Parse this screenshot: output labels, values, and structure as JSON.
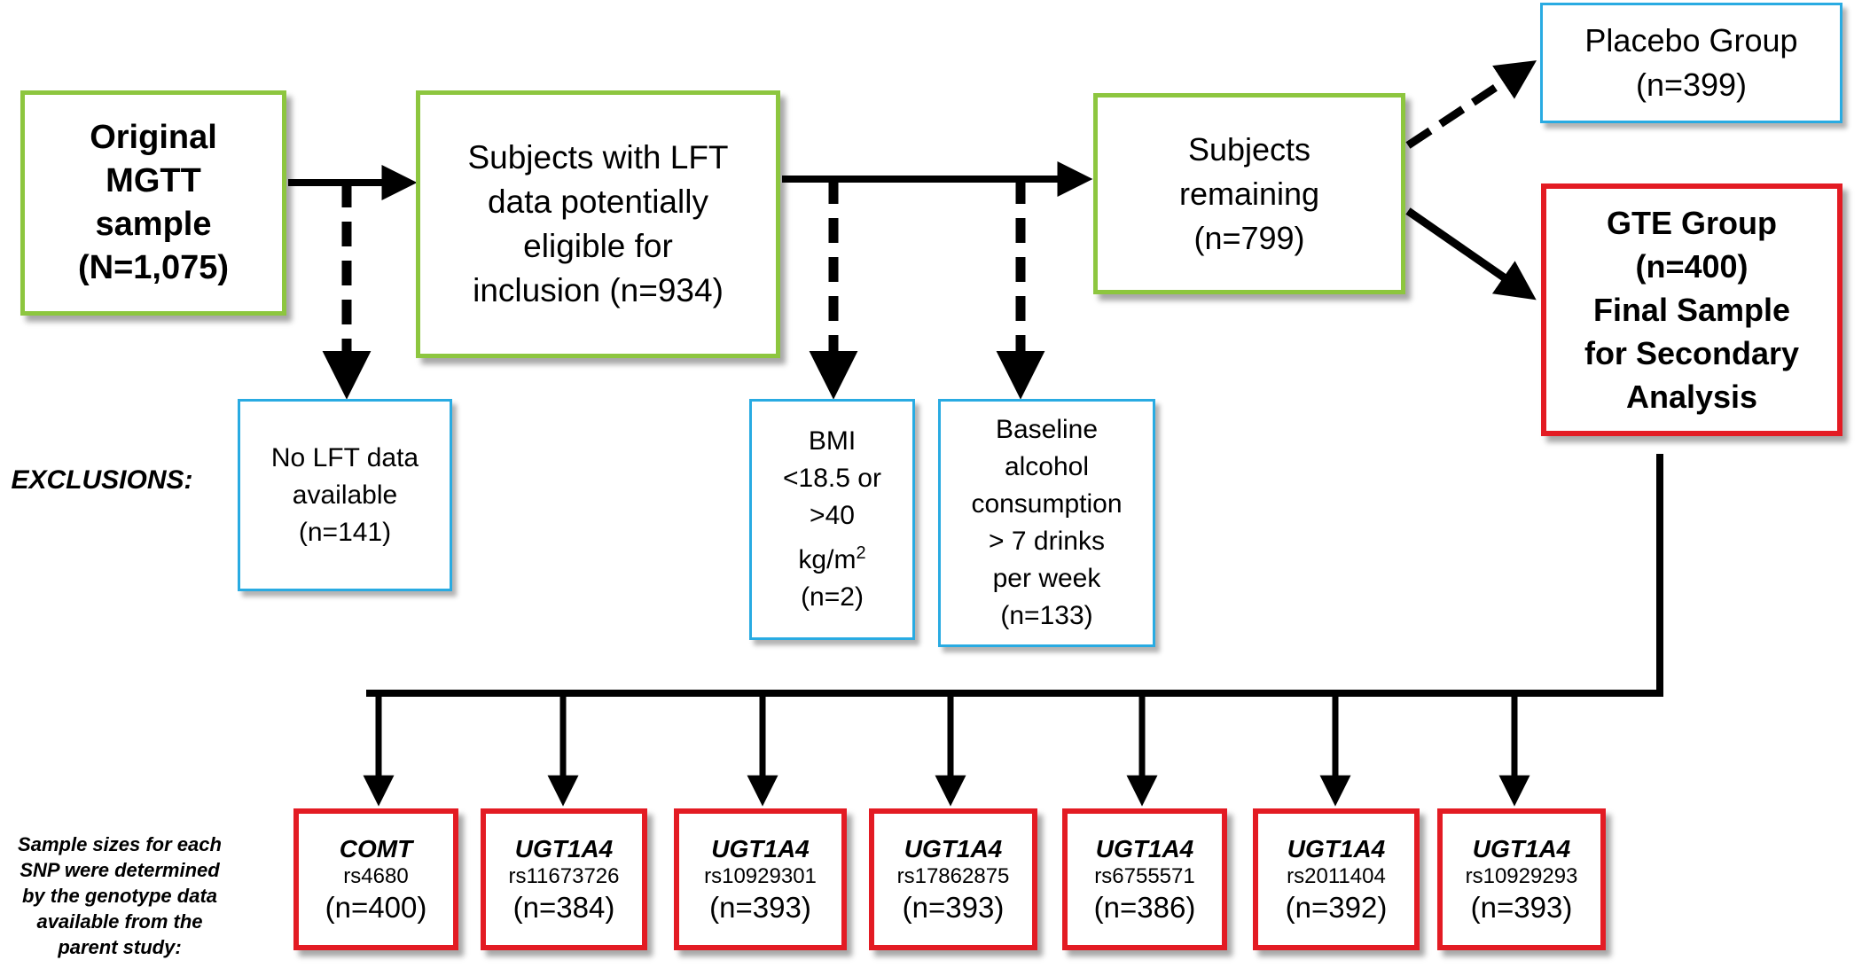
{
  "flow": {
    "original": {
      "lines": [
        "Original",
        "MGTT",
        "sample",
        "(N=1,075)"
      ]
    },
    "lft_eligible": {
      "lines": [
        "Subjects with LFT",
        "data potentially",
        "eligible for",
        "inclusion (n=934)"
      ]
    },
    "remaining": {
      "lines": [
        "Subjects",
        "remaining",
        "(n=799)"
      ]
    },
    "placebo": {
      "lines": [
        "Placebo Group",
        "(n=399)"
      ]
    },
    "gte": {
      "lines": [
        "GTE Group",
        "(n=400)",
        "Final Sample",
        "for Secondary",
        "Analysis"
      ]
    }
  },
  "exclusions_label": "EXCLUSIONS:",
  "exclusions": {
    "no_lft": {
      "lines": [
        "No LFT data",
        "available",
        "(n=141)"
      ]
    },
    "bmi": {
      "line1": "BMI",
      "line2": "<18.5 or",
      "line3": ">40",
      "unit": "kg/m",
      "unit_sup": "2",
      "count": "(n=2)"
    },
    "alcohol": {
      "lines": [
        "Baseline",
        "alcohol",
        "consumption",
        "> 7 drinks",
        "per week",
        "(n=133)"
      ]
    }
  },
  "snp_label": [
    "Sample sizes for each",
    "SNP were determined",
    "by the genotype data",
    "available from the",
    "parent study:"
  ],
  "snps": [
    {
      "gene": "COMT",
      "rs": "rs4680",
      "n": "(n=400)"
    },
    {
      "gene": "UGT1A4",
      "rs": "rs11673726",
      "n": "(n=384)"
    },
    {
      "gene": "UGT1A4",
      "rs": "rs10929301",
      "n": "(n=393)"
    },
    {
      "gene": "UGT1A4",
      "rs": "rs17862875",
      "n": "(n=393)"
    },
    {
      "gene": "UGT1A4",
      "rs": "rs6755571",
      "n": "(n=386)"
    },
    {
      "gene": "UGT1A4",
      "rs": "rs2011404",
      "n": "(n=392)"
    },
    {
      "gene": "UGT1A4",
      "rs": "rs10929293",
      "n": "(n=393)"
    }
  ],
  "colors": {
    "green": "#8dc63f",
    "blue": "#29abe2",
    "red": "#e31b23",
    "arrow": "#000000"
  }
}
